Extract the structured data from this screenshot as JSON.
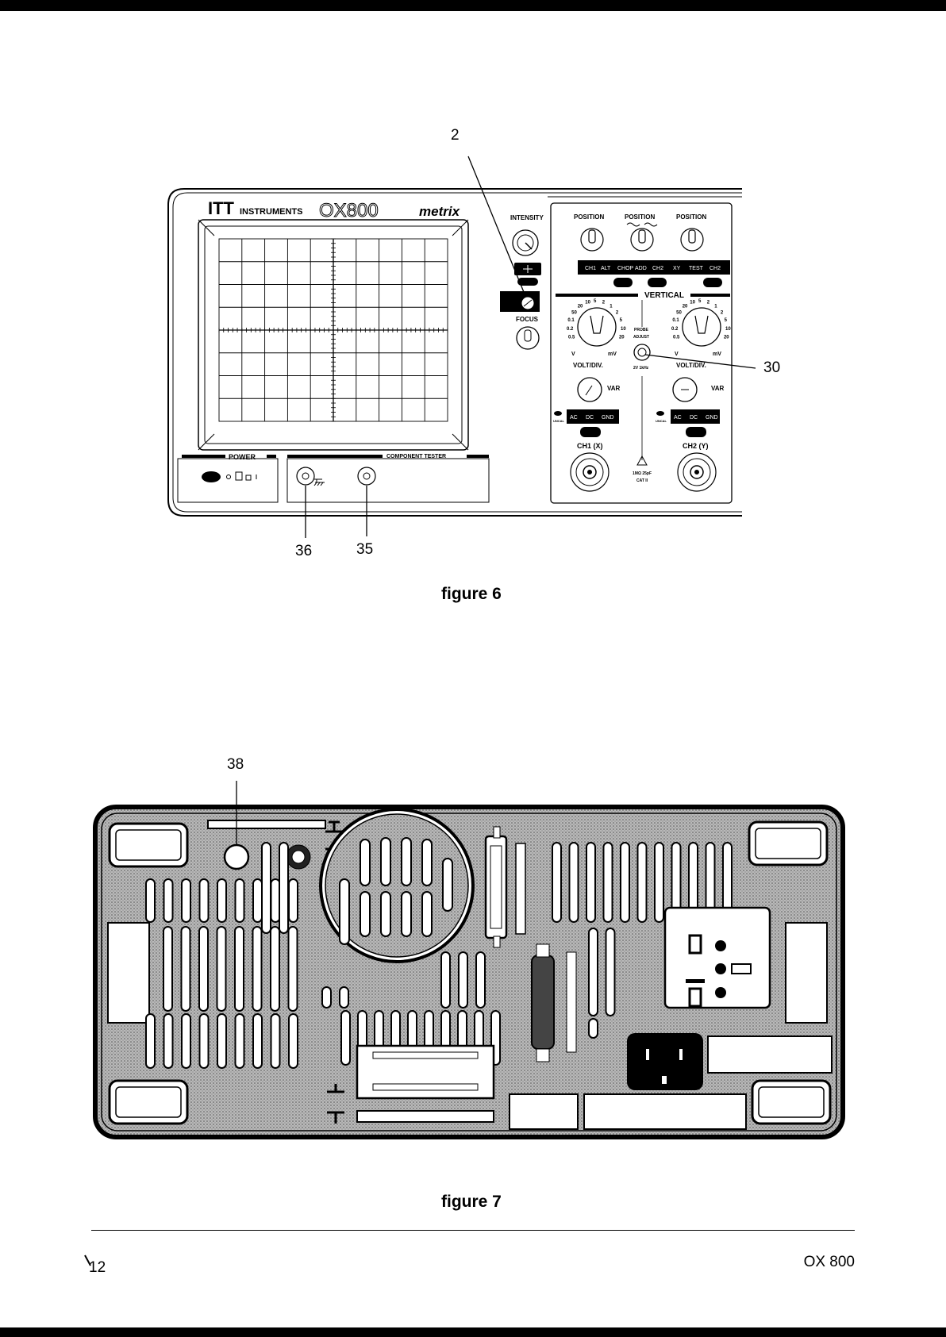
{
  "figure6": {
    "brand": {
      "logo": "ITT",
      "instruments": "INSTRUMENTS",
      "model": "OX800",
      "maker": "metrix"
    },
    "controls": {
      "intensity": "INTENSITY",
      "focus": "FOCUS",
      "position_1": "POSITION",
      "position_2": "POSITION",
      "position_3": "POSITION",
      "vertical": "VERTICAL",
      "mode_buttons": [
        "CH1",
        "ALT",
        "CHOP",
        "ADD",
        "CH2",
        "XY",
        "TEST",
        "CH2"
      ],
      "volt_div_1": "VOLT/DIV.",
      "volt_div_2": "VOLT/DIV.",
      "var_1": "VAR",
      "var_2": "VAR",
      "coupling_1": [
        "AC",
        "DC",
        "GND"
      ],
      "coupling_2": [
        "AC",
        "DC",
        "GND"
      ],
      "uncal_1": "UNCAL",
      "uncal_2": "UNCAL",
      "ch1": "CH1 (X)",
      "ch2": "CH2 (Y)",
      "probe_adjust_1": "PROBE",
      "probe_adjust_2": "ADJUST",
      "probe_freq": "2V 1kHz",
      "input_spec": "1MΩ 25pF",
      "cat": "CAT II",
      "v_label_1": "V",
      "mv_label_1": "mV",
      "v_label_2": "V",
      "mv_label_2": "mV",
      "power": "POWER",
      "component_tester": "COMPONENT TESTER",
      "scale_left": [
        "0.5",
        "0.2",
        "0.1",
        "50",
        "20",
        "10",
        "5",
        "2",
        "1",
        "2",
        "5",
        "10",
        "20"
      ],
      "scale_right": [
        "0.5",
        "0.2",
        "0.1",
        "50",
        "20",
        "10",
        "5",
        "2",
        "1",
        "2",
        "5",
        "10",
        "20"
      ]
    },
    "callouts": {
      "c2": "2",
      "c30": "30",
      "c36": "36",
      "c35": "35"
    },
    "caption": "figure 6"
  },
  "figure7": {
    "callouts": {
      "c38": "38"
    },
    "caption": "figure 7"
  },
  "footer": {
    "page": "12",
    "model": "OX 800"
  }
}
